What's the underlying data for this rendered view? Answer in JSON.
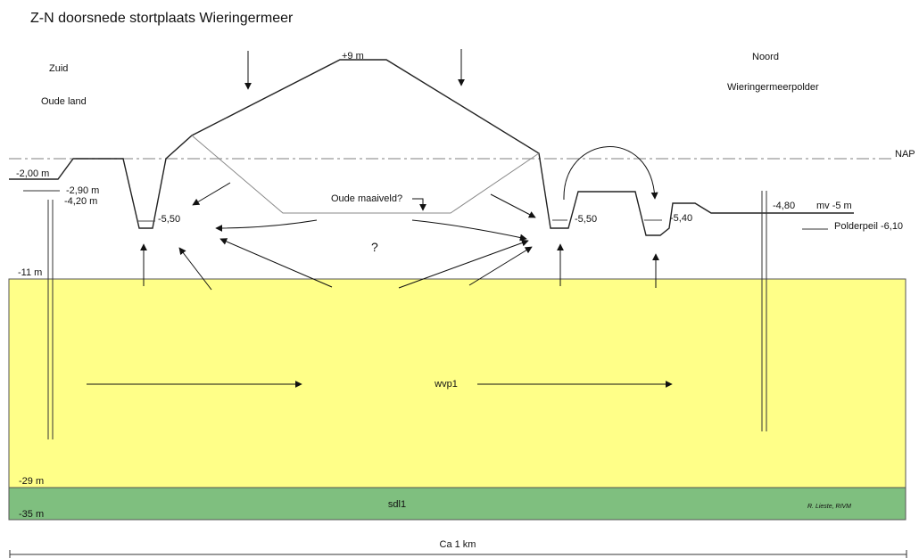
{
  "diagram": {
    "title": "Z-N doorsnede stortplaats Wieringermeer",
    "south": {
      "name": "Zuid",
      "area": "Oude land"
    },
    "north": {
      "name": "Noord",
      "area": "Wieringermeerpolder"
    },
    "nap": "NAP",
    "top_height": "+9 m",
    "oude_maaiveld": "Oude maaiveld?",
    "unknown": "?",
    "levels": {
      "l_2_00": "-2,00 m",
      "l_2_90": "-2,90 m",
      "l_4_20": "-4,20 m",
      "l_5_50_left": "-5,50",
      "l_5_50_right": "-5,50",
      "l_5_40": "-5,40",
      "l_4_80": "-4,80",
      "mv": "mv -5 m",
      "polderpeil": "Polderpeil -6,10",
      "l_11": "-11 m",
      "l_29": "-29 m",
      "l_35": "-35 m"
    },
    "layers": {
      "aquifer": {
        "label": "wvp1",
        "color": "#ffff88"
      },
      "aquitard": {
        "label": "sdl1",
        "color": "#7fbf7f"
      }
    },
    "author": "R. Lieste, RIVM",
    "scale": "Ca 1 km"
  }
}
